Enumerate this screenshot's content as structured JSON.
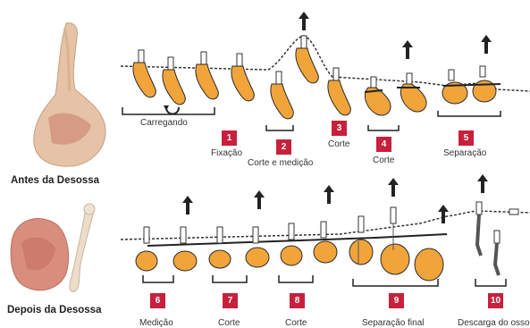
{
  "captions": {
    "before": "Antes da Desossa",
    "after": "Depois da Desossa"
  },
  "steps": [
    {
      "number": "1",
      "label": "Fixação"
    },
    {
      "number": "2",
      "label": "Corte e medição"
    },
    {
      "number": "3",
      "label": "Corte"
    },
    {
      "number": "4",
      "label": "Corte"
    },
    {
      "number": "5",
      "label": "Separação"
    },
    {
      "number": "6",
      "label": "Medição"
    },
    {
      "number": "7",
      "label": "Corte"
    },
    {
      "number": "8",
      "label": "Corte"
    },
    {
      "number": "9",
      "label": "Separação final"
    },
    {
      "number": "10",
      "label": "Descarga do osso"
    }
  ],
  "loading_label": "Carregando",
  "colors": {
    "badge": "#c8203c",
    "meat": "#f0a43a",
    "meat_outline": "#2b2b2b",
    "arrow": "#222222"
  }
}
